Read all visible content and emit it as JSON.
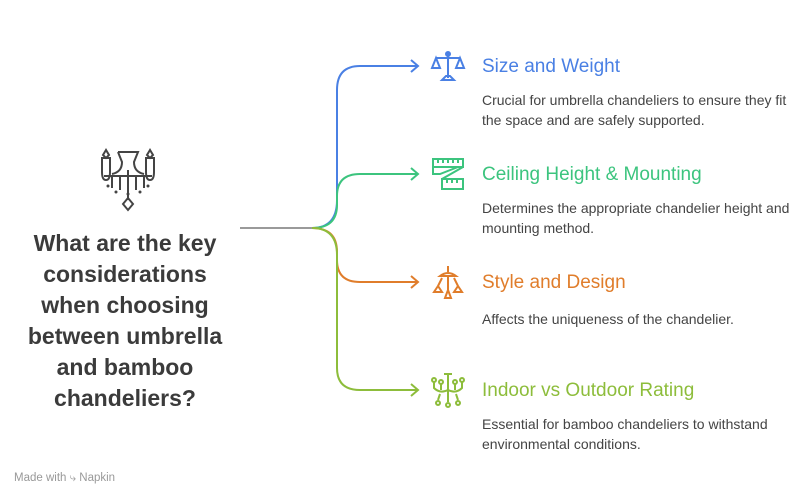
{
  "question": "What are the key considerations when choosing between umbrella and bamboo chandeliers?",
  "colors": {
    "size": "#4a80e4",
    "ceiling": "#3cc47e",
    "style": "#e07d2b",
    "indoor": "#8dbd3b",
    "stem": "#9a9a9a"
  },
  "items": [
    {
      "title": "Size and Weight",
      "desc": "Crucial for umbrella chandeliers to ensure they fit the space and are safely supported.",
      "icon": "scale-icon"
    },
    {
      "title": "Ceiling Height & Mounting",
      "desc": "Determines the appropriate chandelier height and mounting method.",
      "icon": "measuring-tape-icon"
    },
    {
      "title": "Style and Design",
      "desc": "Affects the uniqueness of the chandelier.",
      "icon": "pendant-lamp-icon"
    },
    {
      "title": "Indoor vs Outdoor Rating",
      "desc": "Essential for bamboo chandeliers to withstand environmental conditions.",
      "icon": "chandelier-icon"
    }
  ],
  "footer": {
    "made_with": "Made with",
    "brand": "Napkin"
  }
}
